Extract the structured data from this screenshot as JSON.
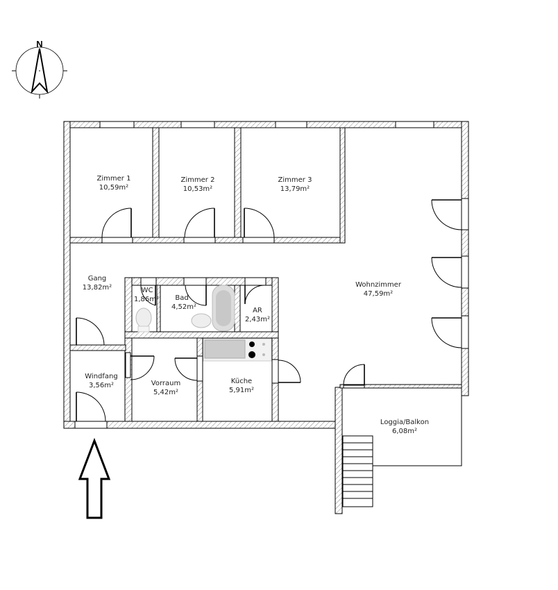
{
  "compass": {
    "north_label": "N"
  },
  "rooms": {
    "zimmer1": {
      "name": "Zimmer 1",
      "area": "10,59m²"
    },
    "zimmer2": {
      "name": "Zimmer 2",
      "area": "10,53m²"
    },
    "zimmer3": {
      "name": "Zimmer 3",
      "area": "13,79m²"
    },
    "gang": {
      "name": "Gang",
      "area": "13,82m²"
    },
    "wc": {
      "name": "WC",
      "area": "1,86m²"
    },
    "bad": {
      "name": "Bad",
      "area": "4,52m²"
    },
    "ar": {
      "name": "AR",
      "area": "2,43m²"
    },
    "wohnzimmer": {
      "name": "Wohnzimmer",
      "area": "47,59m²"
    },
    "windfang": {
      "name": "Windfang",
      "area": "3,56m²"
    },
    "vorraum": {
      "name": "Vorraum",
      "area": "5,42m²"
    },
    "kueche": {
      "name": "Küche",
      "area": "5,91m²"
    },
    "loggia": {
      "name": "Loggia/Balkon",
      "area": "6,08m²"
    }
  },
  "colors": {
    "wall": "#000000",
    "hatch": "#888888",
    "background": "#ffffff"
  }
}
